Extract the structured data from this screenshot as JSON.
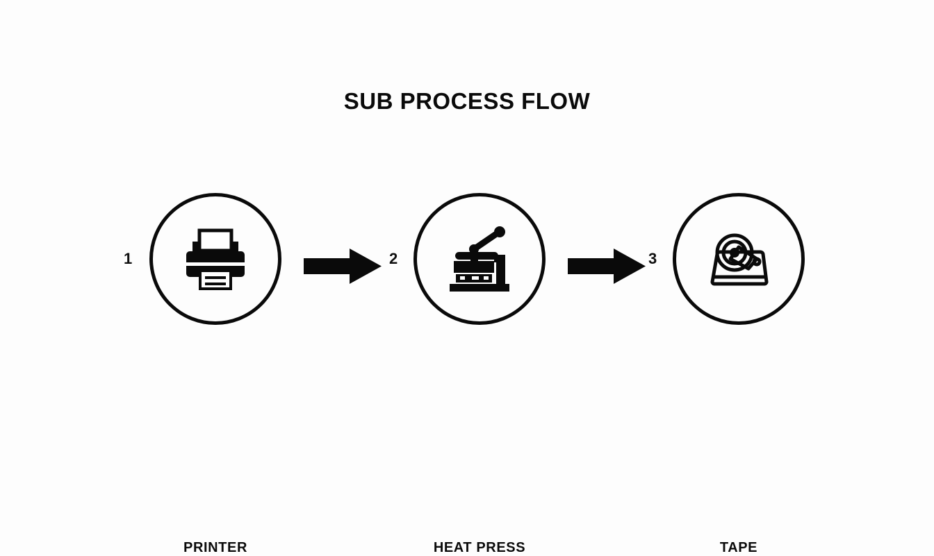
{
  "page": {
    "background_color": "#fdfdfd",
    "ink_color": "#0a0a0a",
    "title": "SUB PROCESS FLOW"
  },
  "flow": {
    "steps": [
      {
        "number": "1",
        "label": "PRINTER",
        "icon": "printer-icon"
      },
      {
        "number": "2",
        "label": "HEAT PRESS",
        "icon": "heat-press-icon"
      },
      {
        "number": "3",
        "label": "TAPE",
        "icon": "tape-dispenser-icon"
      }
    ],
    "connectors": [
      {
        "icon": "arrow-right-icon",
        "from": "PRINTER",
        "to": "HEAT PRESS"
      },
      {
        "icon": "arrow-right-icon",
        "from": "HEAT PRESS",
        "to": "TAPE"
      }
    ]
  }
}
